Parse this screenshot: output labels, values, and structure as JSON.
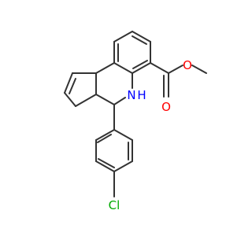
{
  "molecule": {
    "atoms": [
      {
        "id": "O_carbonyl",
        "symbol": "O",
        "color": "#ff0000"
      },
      {
        "id": "O_ester",
        "symbol": "O",
        "color": "#ff0000"
      },
      {
        "id": "NH",
        "symbol": "N",
        "hydrogen": "H",
        "color": "#0000ff"
      },
      {
        "id": "Cl",
        "symbol": "Cl",
        "color": "#00aa00"
      }
    ],
    "colors": {
      "bond": "#333333",
      "oxygen": "#ff0000",
      "nitrogen": "#0000ff",
      "chlorine": "#00aa00"
    }
  }
}
